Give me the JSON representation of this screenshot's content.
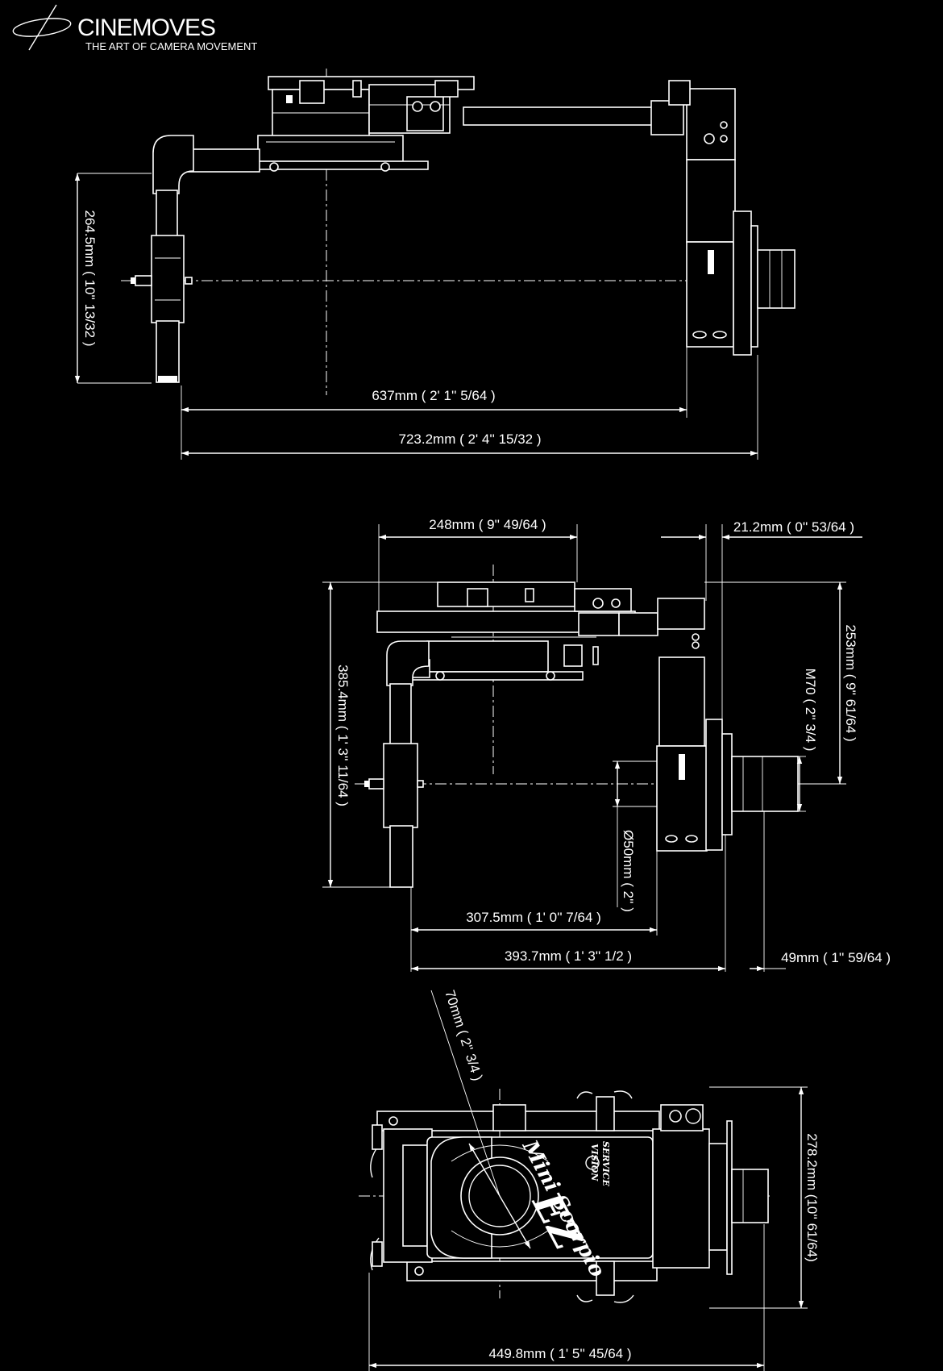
{
  "brand": {
    "name": "CINEMOVES",
    "tagline": "THE ART OF CAMERA MOVEMENT"
  },
  "views": {
    "side_view": {
      "height_dim": "264.5mm ( 10'' 13/32 )",
      "inner_width_dim": "637mm ( 2' 1'' 5/64 )",
      "overall_width_dim": "723.2mm ( 2' 4'' 15/32 )"
    },
    "front_view": {
      "top_width_dim": "248mm ( 9'' 49/64 )",
      "side_offset_dim": "21.2mm ( 0'' 53/64 )",
      "height_dim": "385.4mm ( 1' 3'' 11/64 )",
      "right_height_dim": "253mm ( 9'' 61/64 )",
      "lens_mount_dim": "M70 ( 2'' 3/4 )",
      "diameter_dim": "Ø50mm ( 2'' )",
      "inner_width_dim": "307.5mm ( 1' 0'' 7/64 )",
      "overall_width_dim": "393.7mm ( 1' 3'' 1/2 )",
      "lens_depth_dim": "49mm ( 1'' 59/64 )"
    },
    "top_view": {
      "diagonal_dim": "70mm ( 2'' 3/4 )",
      "height_dim": "278.2mm (10'' 61/64)",
      "width_dim": "449.8mm ( 1' 5'' 45/64 )",
      "product_text_1": "Mini Scorpio",
      "product_text_2": "EZ",
      "maker_text_1": "SERVICE",
      "maker_text_2": "VISION"
    }
  },
  "colors": {
    "background": "#000000",
    "line": "#ffffff"
  }
}
